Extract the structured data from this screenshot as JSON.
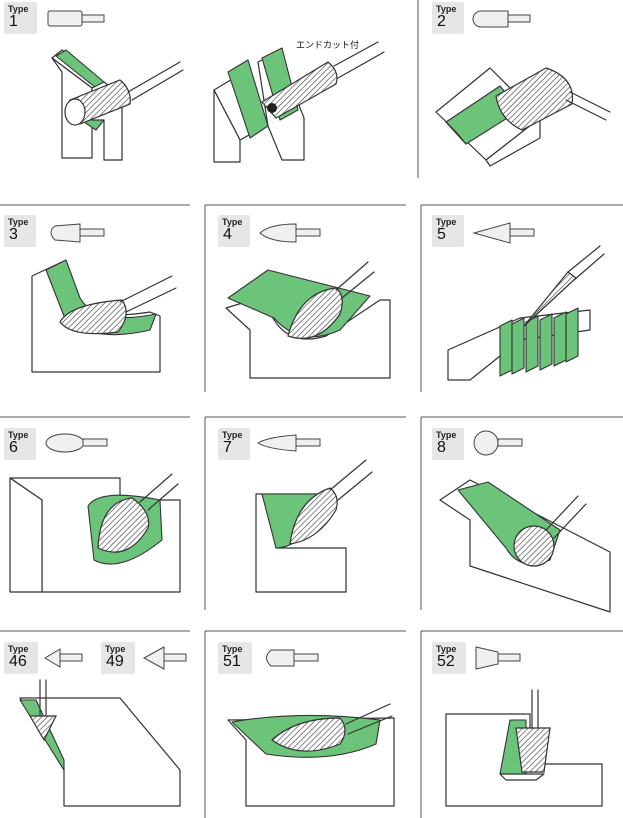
{
  "type_label": "Type",
  "note": "エンドカット付",
  "cells": [
    {
      "num": "1",
      "icon": "cylinder-bur-icon"
    },
    {
      "num": "2",
      "icon": "cylinder-ball-end-bur-icon"
    },
    {
      "num": "3",
      "icon": "tree-radius-end-bur-icon"
    },
    {
      "num": "4",
      "icon": "tree-pointed-bur-icon"
    },
    {
      "num": "5",
      "icon": "cone-pointed-bur-icon"
    },
    {
      "num": "6",
      "icon": "oval-bur-icon"
    },
    {
      "num": "7",
      "icon": "flame-bur-icon"
    },
    {
      "num": "8",
      "icon": "ball-bur-icon"
    },
    {
      "num": "46",
      "icon": "countersink-90-bur-icon"
    },
    {
      "num": "49",
      "icon": "countersink-60-bur-icon"
    },
    {
      "num": "51",
      "icon": "bullet-nose-bur-icon"
    },
    {
      "num": "52",
      "icon": "inverted-cone-bur-icon"
    }
  ]
}
